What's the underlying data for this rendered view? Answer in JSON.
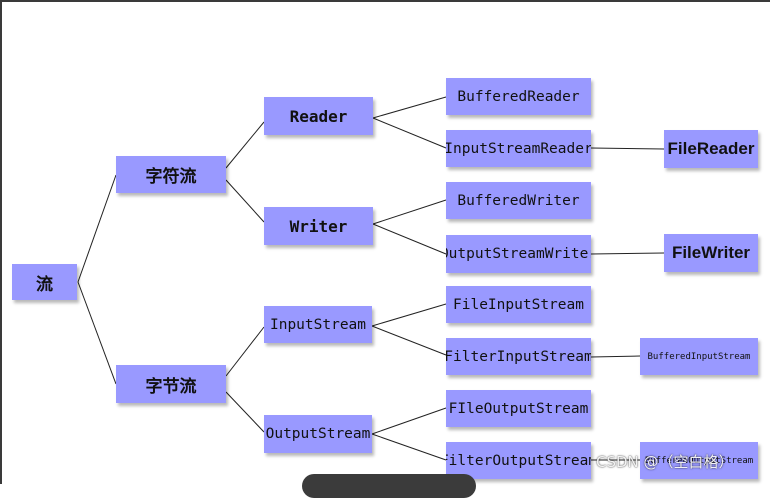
{
  "diagram": {
    "root": "流",
    "char_stream": "字符流",
    "byte_stream": "字节流",
    "reader": "Reader",
    "writer": "Writer",
    "input_stream": "InputStream",
    "output_stream": "OutputStream",
    "buffered_reader": "BufferedReader",
    "input_stream_reader": "InputStreamReader",
    "file_reader": "FileReader",
    "buffered_writer": "BufferedWriter",
    "output_stream_writer": "OutputStreamWriter",
    "file_writer": "FileWriter",
    "file_input_stream": "FileInputStream",
    "filter_input_stream": "FilterInputStream",
    "buffered_input_stream": "BufferedInputStream",
    "file_output_stream": "FIleOutputStream",
    "filter_output_stream": "FilterOutputStream",
    "buffered_output_stream": "BufferedOutputStream"
  },
  "watermark": "CSDN @（空白格）"
}
